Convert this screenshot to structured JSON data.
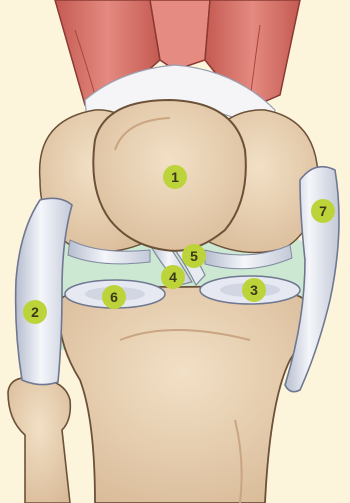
{
  "colors": {
    "background": "#fdf4dc",
    "synovial_space": "#cde8d2",
    "bone": "#e9d2b2",
    "bone_shadow": "#c9a582",
    "bone_outline": "#6b5138",
    "muscle": "#d9736a",
    "muscle_dark": "#b3473f",
    "tendon": "#f3f3f6",
    "ligament": "#dfe4ee",
    "ligament_shadow": "#a9b1c4",
    "meniscus": "#e6e9f1",
    "marker_fill": "#bcd339",
    "marker_text": "#3a3a1a"
  },
  "markers": [
    {
      "id": "1",
      "label": "1",
      "structure": "patella"
    },
    {
      "id": "2",
      "label": "2",
      "structure": "lateral-collateral-ligament"
    },
    {
      "id": "3",
      "label": "3",
      "structure": "medial-meniscus"
    },
    {
      "id": "4",
      "label": "4",
      "structure": "posterior-cruciate-ligament"
    },
    {
      "id": "5",
      "label": "5",
      "structure": "anterior-cruciate-ligament"
    },
    {
      "id": "6",
      "label": "6",
      "structure": "lateral-meniscus"
    },
    {
      "id": "7",
      "label": "7",
      "structure": "medial-collateral-ligament"
    }
  ]
}
